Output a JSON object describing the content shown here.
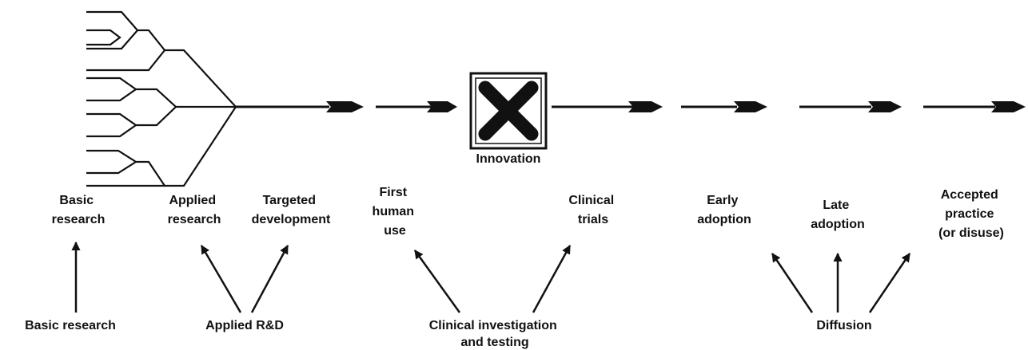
{
  "stages": [
    {
      "id": "basic-research",
      "lines": [
        "Basic",
        "research"
      ]
    },
    {
      "id": "applied-research",
      "lines": [
        "Applied",
        "research"
      ]
    },
    {
      "id": "targeted-development",
      "lines": [
        "Targeted",
        "development"
      ]
    },
    {
      "id": "first-human-use",
      "lines": [
        "First",
        "human",
        "use"
      ]
    },
    {
      "id": "clinical-trials",
      "lines": [
        "Clinical",
        "trials"
      ]
    },
    {
      "id": "early-adoption",
      "lines": [
        "Early",
        "adoption"
      ]
    },
    {
      "id": "late-adoption",
      "lines": [
        "Late",
        "adoption"
      ]
    },
    {
      "id": "accepted-practice",
      "lines": [
        "Accepted",
        "practice",
        "(or disuse)"
      ]
    }
  ],
  "innovation": {
    "label": "Innovation",
    "icon": "x-mark-icon"
  },
  "categories": [
    {
      "id": "basic-research",
      "lines": [
        "Basic research"
      ]
    },
    {
      "id": "applied-rd",
      "lines": [
        "Applied R&D"
      ]
    },
    {
      "id": "clinical-investigation",
      "lines": [
        "Clinical investigation",
        "and testing"
      ]
    },
    {
      "id": "diffusion",
      "lines": [
        "Diffusion"
      ]
    }
  ],
  "colors": {
    "ink": "#111111",
    "background": "#ffffff"
  }
}
